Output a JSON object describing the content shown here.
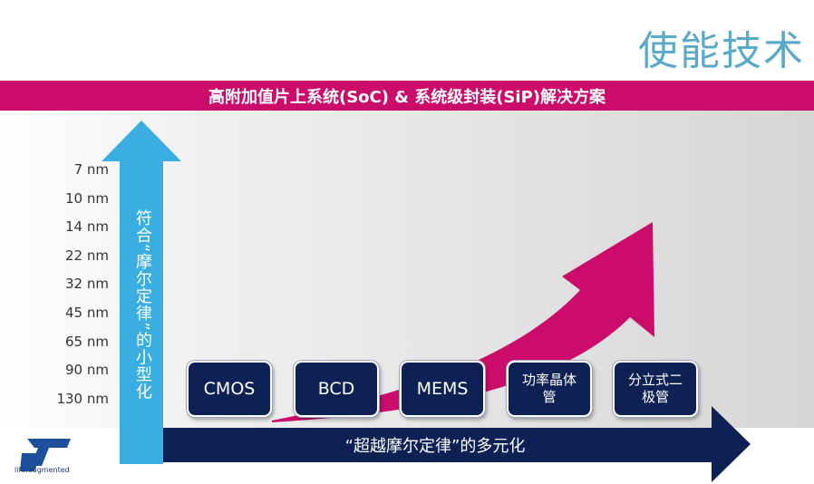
{
  "title": "使能技术",
  "banner": "高附加值片上系统(SoC) & 系统级封装(SiP)解决方案",
  "nodes": [
    "7 nm",
    "10 nm",
    "14 nm",
    "22 nm",
    "32 nm",
    "45 nm",
    "65 nm",
    "90 nm",
    "130 nm"
  ],
  "vertical_label": "符合“摩尔定律”的小型化",
  "horizontal_label": "“超越摩尔定律”的多元化",
  "technologies": [
    "CMOS",
    "BCD",
    "MEMS",
    "功率晶体管",
    "分立式二极管"
  ],
  "logo": {
    "tagline": "life.augmented"
  },
  "colors": {
    "magenta": "#cc0c6b",
    "navy": "#0d2154",
    "blue_arrow": "#3aaee0",
    "title": "#5aa9c9"
  }
}
